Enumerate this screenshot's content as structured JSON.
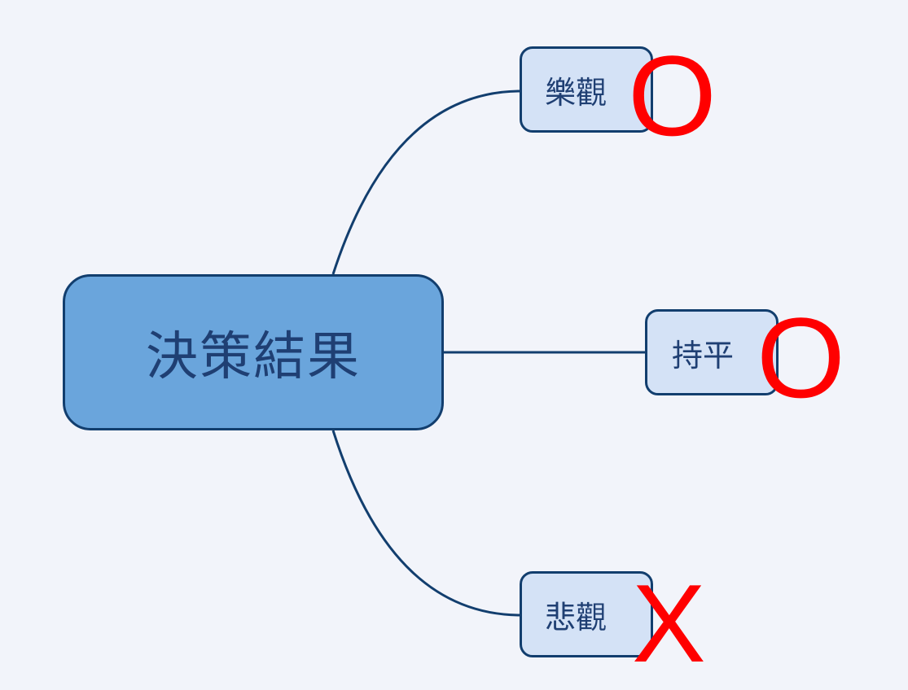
{
  "central": {
    "label": "決策結果"
  },
  "branches": [
    {
      "label": "樂觀",
      "mark": "O"
    },
    {
      "label": "持平",
      "mark": "O"
    },
    {
      "label": "悲觀",
      "mark": "X"
    }
  ],
  "colors": {
    "background": "#f2f4fa",
    "central_fill": "#6aa5dc",
    "branch_fill": "#d4e2f6",
    "outline": "#123e6e",
    "text": "#1f3f73",
    "mark": "#ff0000"
  }
}
